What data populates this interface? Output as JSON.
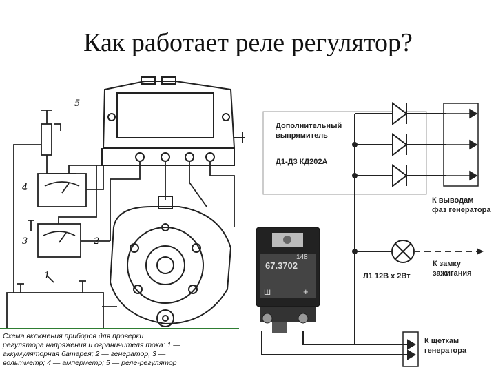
{
  "slide": {
    "title": "Как работает реле регулятор?"
  },
  "left_diagram": {
    "numbers": {
      "n1": "1",
      "n2": "2",
      "n3": "3",
      "n4": "4",
      "n5": "5"
    },
    "caption": [
      "Схема включения приборов для проверки",
      "регулятора напряжения и ограничителя тока: 1 —",
      "аккумуляторная батарея; 2 — генератор, 3 —",
      "вольтметр; 4 — амперметр; 5 — реле-регулятор"
    ]
  },
  "right_diagram": {
    "rectifier_label": [
      "Дополнительный",
      "выпрямитель"
    ],
    "diodes_label": "Д1-Д3 КД202А",
    "phases_label": [
      "К выводам",
      "фаз генератора"
    ],
    "ignition_label": [
      "К замку",
      "зажигания"
    ],
    "lamp_label": "Л1 12В х 2Вт",
    "brushes_label": [
      "К щеткам",
      "генератора"
    ],
    "regulator_marks": {
      "model": "67.3702",
      "num": "148",
      "sh": "Ш",
      "plus": "+"
    }
  },
  "colors": {
    "accent_green": "#2e7d32",
    "line": "#222222",
    "dashed": "#333333"
  }
}
